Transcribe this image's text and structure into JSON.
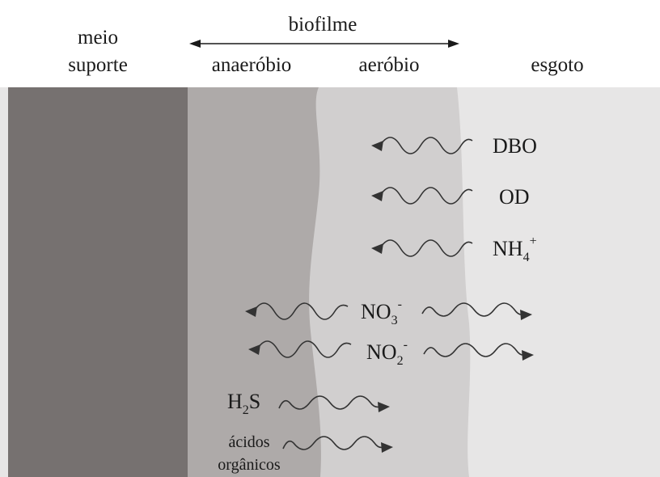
{
  "header": {
    "biofilm": "biofilme",
    "support_line1": "meio",
    "support_line2": "suporte",
    "anaerobic": "anaeróbio",
    "aerobic": "aeróbio",
    "sewage": "esgoto"
  },
  "species": {
    "dbo": "DBO",
    "od": "OD",
    "nh4_base": "NH",
    "nh4_sub": "4",
    "nh4_sup": "+",
    "no3_base": "NO",
    "no3_sub": "3",
    "no3_sup": "-",
    "no2_base": "NO",
    "no2_sub": "2",
    "no2_sup": "-",
    "h2s_h": "H",
    "h2s_sub": "2",
    "h2s_s": "S",
    "acids_line1": "ácidos",
    "acids_line2": "orgânicos"
  },
  "colors": {
    "support": "#767170",
    "anaerobic_layer": "#aeaaa9",
    "aerobic_layer": "#d1cfcf",
    "sewage": "#e7e6e6",
    "arrow": "#333333"
  }
}
